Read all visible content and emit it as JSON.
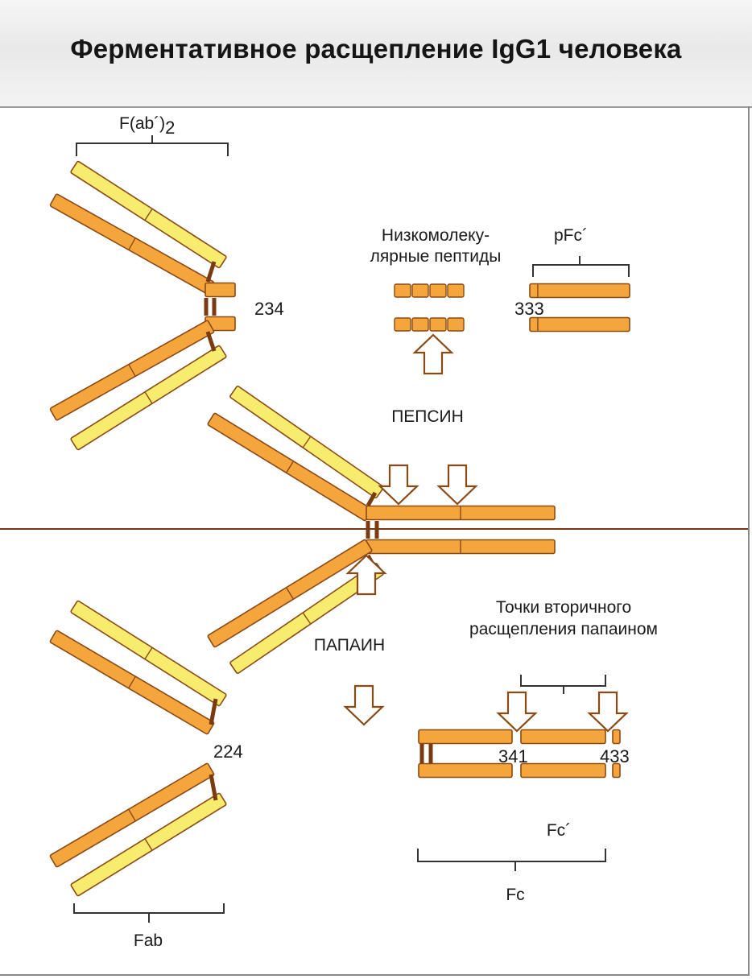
{
  "title": "Ферментативное расщепление IgG1 человека",
  "labels": {
    "fab2_main": "F(ab´)",
    "fab2_sub": "2",
    "num_234": "234",
    "low_mw_1": "Низкомолеку-",
    "low_mw_2": "лярные пептиды",
    "pfc": "pFc´",
    "num_333": "333",
    "pepsin": "ПЕПСИН",
    "papain": "ПАПАИН",
    "secondary_1": "Точки вторичного",
    "secondary_2": "расщепления папаином",
    "num_224": "224",
    "num_341": "341",
    "num_433": "433",
    "fc_prime": "Fc´",
    "fc": "Fc",
    "fab": "Fab"
  },
  "colors": {
    "heavy_chain": "#f4a63d",
    "light_chain": "#f8ec6e",
    "outline": "#8a4a14",
    "disulfide": "#7a3b10",
    "divider": "#7a3510"
  }
}
